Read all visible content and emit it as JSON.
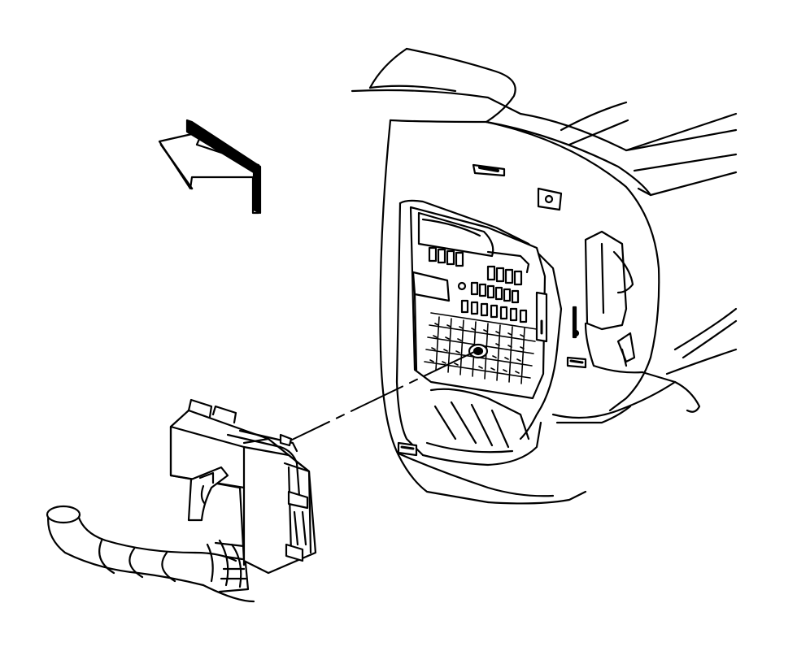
{
  "diagram": {
    "kind": "line-art service illustration",
    "colors": {
      "ink": "#000000",
      "paper": "#ffffff"
    },
    "parts": [
      "direction-arrow",
      "instrument-panel",
      "junction-block",
      "wiring-connector",
      "wire-harness",
      "alignment-line"
    ]
  }
}
